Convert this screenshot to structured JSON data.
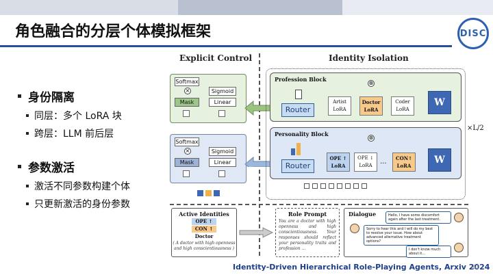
{
  "slide": {
    "title": "角色融合的分层个体模拟框架",
    "logo_text": "DISC",
    "page_number": "61",
    "citation": "Identity-Driven Hierarchical Role-Playing Agents, Arxiv 2024"
  },
  "bullets": [
    {
      "heading": "身份隔离",
      "items": [
        "同层：多个 LoRA 块",
        "跨层：LLM 前后层"
      ]
    },
    {
      "heading": "参数激活",
      "items": [
        "激活不同参数构建个体",
        "只更新激活的身份参数"
      ]
    }
  ],
  "figure": {
    "explicit_control": {
      "title": "Explicit Control",
      "softmax": "Softmax",
      "sigmoid": "Sigmoid",
      "mask": "Mask",
      "linear": "Linear"
    },
    "identity_isolation": {
      "title": "Identity Isolation",
      "repeat_label": "×L/2",
      "profession_block": {
        "title": "Profession Block",
        "router": "Router",
        "loras": [
          {
            "line1": "Artist",
            "line2": "LoRA"
          },
          {
            "line1": "Doctor",
            "line2": "LoRA"
          },
          {
            "line1": "Coder",
            "line2": "LoRA"
          }
        ],
        "weight": "W"
      },
      "personality_block": {
        "title": "Personality Block",
        "router": "Router",
        "loras": [
          {
            "line1": "OPE ↑",
            "line2": "LoRA"
          },
          {
            "line1": "OPE ↓",
            "line2": "LoRA"
          },
          {
            "line1": "CON↑",
            "line2": "LoRA"
          }
        ],
        "ellipsis": "...",
        "weight": "W"
      }
    },
    "active_identities": {
      "title": "Active Identities",
      "tags": [
        "OPE ↑",
        "CON ↑",
        "Doctor"
      ],
      "caption": "( A doctor with high openness and high conscientiousness )"
    },
    "role_prompt": {
      "title": "Role Prompt",
      "text": "You are a doctor with high openness and high conscientiousness. Your responses should reflect your personality traits and profession ..."
    },
    "dialogue": {
      "title": "Dialogue",
      "messages": [
        "Hello, I have some discomfort again after the last treatment.",
        "Sorry to hear this and I will do my best to resolve your issue. How about advanced alternative treatment options?",
        "I don't know much about it..."
      ]
    }
  }
}
